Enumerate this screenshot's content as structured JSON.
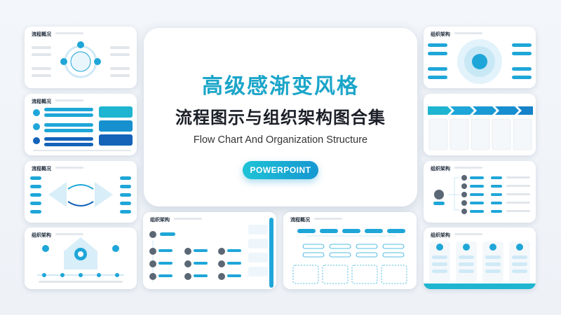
{
  "hero": {
    "title_cn": "高级感渐变风格",
    "subtitle_cn": "流程图示与组织架构图合集",
    "subtitle_en": "Flow Chart And Organization Structure",
    "button_label": "POWERPOINT"
  },
  "thumbs": {
    "left1_title": "流程概况",
    "left2_title": "流程概况",
    "left3_title": "流程概况",
    "left4_title": "组织架构",
    "bottom1_title": "组织架构",
    "bottom2_title": "流程概况",
    "right1_title": "组织架构",
    "right3_title": "组织架构"
  },
  "colors": {
    "accent_cyan": "#1ba5c9",
    "accent_blue": "#1463b9",
    "button_start": "#1ec3d6",
    "button_end": "#1597d1"
  }
}
